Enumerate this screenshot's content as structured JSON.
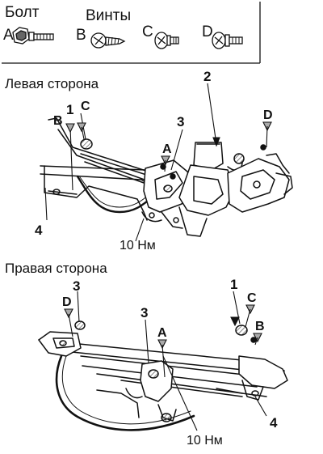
{
  "legend": {
    "bolt_label": "Болт",
    "screws_label": "Винты",
    "fasteners": [
      {
        "letter": "A",
        "icon": "flanged-bolt-icon"
      },
      {
        "letter": "B",
        "icon": "self-tapping-screw-icon"
      },
      {
        "letter": "C",
        "icon": "washer-screw-icon"
      },
      {
        "letter": "D",
        "icon": "machine-screw-icon"
      }
    ]
  },
  "left_side": {
    "title": "Левая сторона",
    "callouts": {
      "n1": "1",
      "n2": "2",
      "n3": "3",
      "n4": "4",
      "B": "B",
      "C": "C",
      "A": "A",
      "D": "D"
    },
    "torque": "10 Нм"
  },
  "right_side": {
    "title": "Правая сторона",
    "callouts": {
      "n1": "1",
      "n3a": "3",
      "n3b": "3",
      "n4": "4",
      "D": "D",
      "A": "A",
      "C": "C",
      "B": "B"
    },
    "torque": "10 Нм"
  },
  "colors": {
    "ink": "#111111",
    "paper": "#ffffff",
    "shade": "#8a8a8a"
  }
}
